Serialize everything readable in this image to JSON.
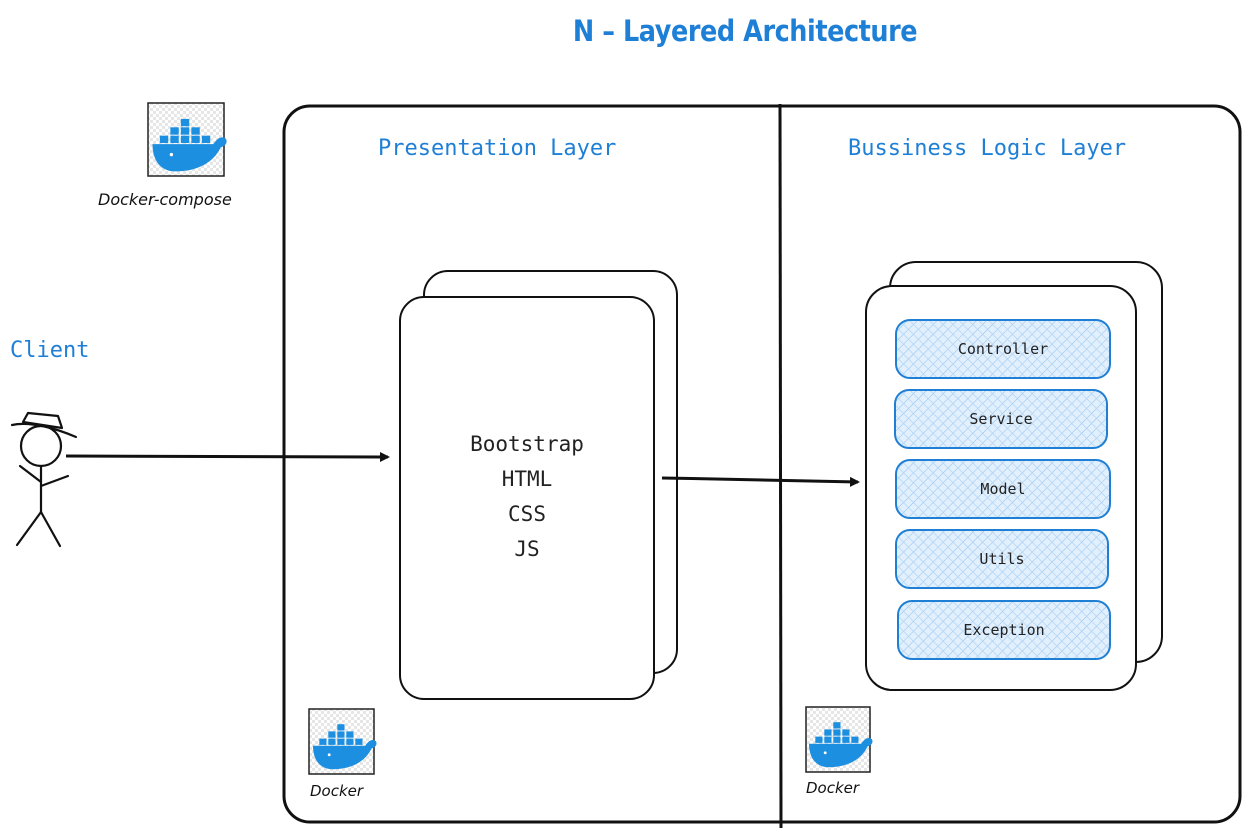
{
  "title": "N – Layered Architecture",
  "client": {
    "label": "Client"
  },
  "docker_compose": {
    "label": "Docker-compose",
    "icon": "docker-whale-icon"
  },
  "presentation": {
    "title": "Presentation Layer",
    "technologies": [
      "Bootstrap",
      "HTML",
      "CSS",
      "JS"
    ],
    "docker_label": "Docker"
  },
  "business": {
    "title": "Bussiness Logic Layer",
    "components": [
      "Controller",
      "Service",
      "Model",
      "Utils",
      "Exception"
    ],
    "docker_label": "Docker"
  },
  "colors": {
    "accent": "#1e7fd6",
    "docker_blue": "#1d8fe0",
    "component_fill": "#d4e8fb",
    "stroke": "#111111"
  }
}
